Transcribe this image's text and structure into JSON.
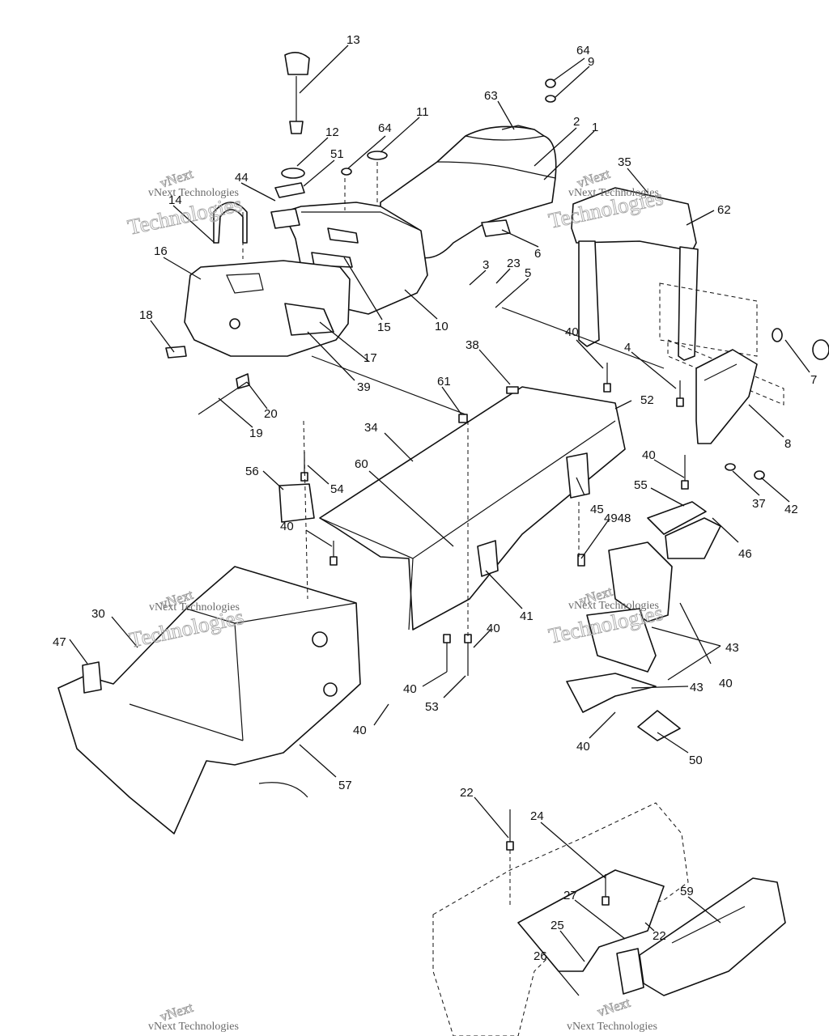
{
  "diagram": {
    "callouts": [
      "13",
      "64",
      "9",
      "63",
      "2",
      "1",
      "12",
      "64",
      "11",
      "51",
      "44",
      "14",
      "35",
      "62",
      "16",
      "6",
      "3",
      "23",
      "5",
      "18",
      "15",
      "10",
      "17",
      "39",
      "4",
      "7",
      "38",
      "40",
      "61",
      "52",
      "20",
      "19",
      "34",
      "8",
      "60",
      "56",
      "54",
      "40",
      "45",
      "55",
      "37",
      "42",
      "4948",
      "46",
      "40",
      "41",
      "30",
      "47",
      "40",
      "43",
      "40",
      "53",
      "40",
      "43",
      "40",
      "57",
      "40",
      "50",
      "22",
      "24",
      "59",
      "27",
      "22",
      "25",
      "26"
    ],
    "watermark": {
      "brand": "vNext",
      "company": "vNext Technologies",
      "suffix": "Technologies"
    }
  }
}
